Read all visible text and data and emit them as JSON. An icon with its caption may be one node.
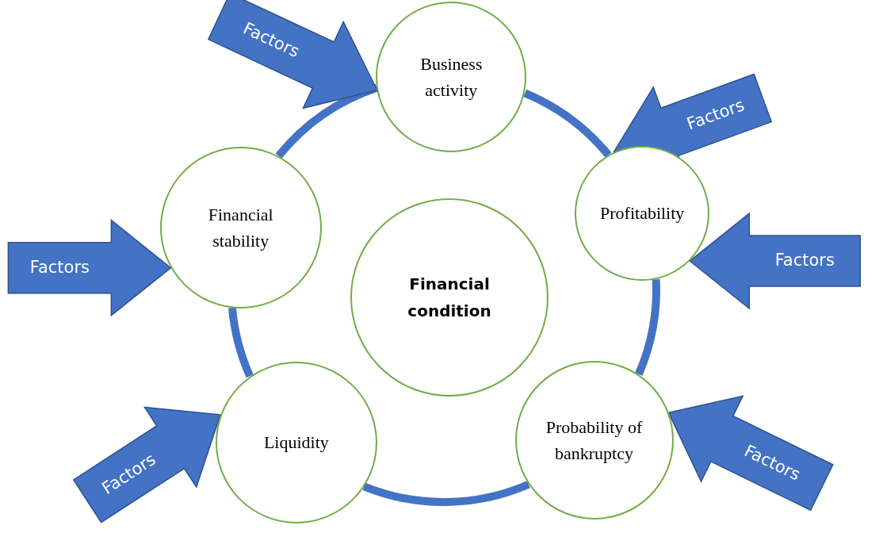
{
  "diagram": {
    "nodes": [
      {
        "text": [
          "Business activity"
        ]
      },
      {
        "text": [
          "Profitability"
        ]
      },
      {
        "text": [
          "Probability of bankruptcy"
        ]
      },
      {
        "text": [
          "Liquidity"
        ]
      },
      {
        "text": [
          "Financial stability"
        ]
      },
      {
        "text": [
          "Financial condition"
        ]
      }
    ],
    "edges": [
      {
        "from": 0,
        "to": 1,
        "arrow": "none"
      },
      {
        "from": 1,
        "to": 2,
        "arrow": "none"
      },
      {
        "from": 2,
        "to": 3,
        "arrow": "none"
      },
      {
        "from": 3,
        "to": 4,
        "arrow": "none"
      },
      {
        "from": 4,
        "to": 0,
        "arrow": "none"
      },
      {
        "from": null,
        "to": 0,
        "arrow": "to",
        "label": "Factors",
        "style": "thick"
      },
      {
        "from": null,
        "to": 1,
        "arrow": "to",
        "label": "Factors",
        "style": "thick"
      },
      {
        "from": null,
        "to": 4,
        "arrow": "to",
        "label": "Factors",
        "style": "thick"
      },
      {
        "from": null,
        "to": 1,
        "arrow": "to",
        "label": "Factors",
        "style": "thick"
      },
      {
        "from": null,
        "to": 2,
        "arrow": "to",
        "label": "Factors",
        "style": "thick"
      },
      {
        "from": null,
        "to": 3,
        "arrow": "to",
        "label": "Factors",
        "style": "thick"
      }
    ]
  }
}
